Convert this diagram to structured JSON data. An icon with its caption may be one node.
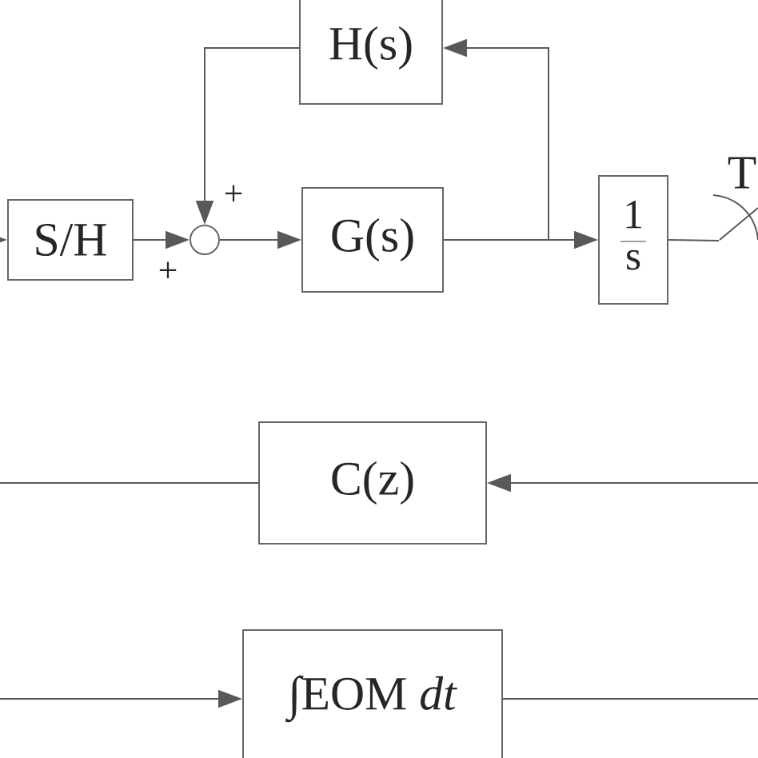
{
  "diagram": {
    "nodes": [
      {
        "text": [
          "S/H"
        ]
      },
      {
        "text": [],
        "shape": "circle"
      },
      {
        "text": [
          "G(s)"
        ]
      },
      {
        "text": [
          "H(s)"
        ]
      },
      {
        "text": [
          "1",
          "s"
        ]
      },
      {
        "text": [
          "C(z)"
        ]
      },
      {
        "text": [
          "∫EOM *dt*"
        ]
      },
      {
        "text": [],
        "shape": "switch",
        "beside": [
          "T"
        ]
      }
    ],
    "edges": [
      {
        "from": null,
        "to": 0,
        "arrow": "to"
      },
      {
        "from": 0,
        "to": 1,
        "arrow": "to"
      },
      {
        "from": 3,
        "to": 1,
        "arrow": "to"
      },
      {
        "from": 1,
        "to": 2,
        "arrow": "to"
      },
      {
        "from": 2,
        "to": 4,
        "arrow": "to"
      },
      {
        "from": 2,
        "to": 3,
        "arrow": "to"
      },
      {
        "from": 4,
        "to": 7,
        "arrow": "none"
      },
      {
        "from": 5,
        "to": null,
        "arrow": "none"
      },
      {
        "from": null,
        "to": 5,
        "arrow": "to"
      },
      {
        "from": null,
        "to": 6,
        "arrow": "to"
      },
      {
        "from": 6,
        "to": null,
        "arrow": "none"
      }
    ],
    "labels": [
      "+",
      "+"
    ]
  }
}
